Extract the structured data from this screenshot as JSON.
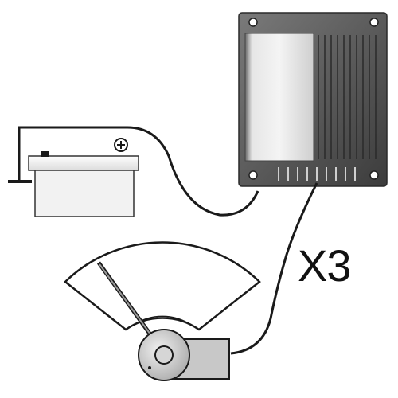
{
  "diagram": {
    "label": "X3",
    "colors": {
      "wire": "#1a1a1a",
      "battery_fill": "#f2f2f2",
      "module_dark": "#5a5a5a",
      "module_light": "#dcdcdc",
      "gauge_fill": "#ffffff",
      "motor_fill": "#d0d0d0"
    },
    "components": {
      "battery": {
        "terminal_positive": "⊕",
        "terminal_negative": "−"
      },
      "module": {
        "icon": "controller-box"
      },
      "gauge": {
        "icon": "needle-gauge"
      },
      "motor": {
        "icon": "motor-actuator"
      }
    }
  }
}
